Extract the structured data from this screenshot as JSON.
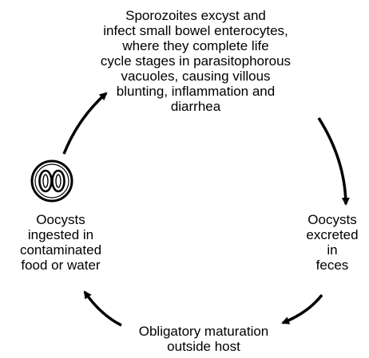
{
  "stages": {
    "top": {
      "lines": [
        "Sporozoites excyst and",
        "infect small bowel enterocytes,",
        "where they complete life",
        "cycle stages in parasitophorous",
        "vacuoles, causing villous",
        "blunting, inflammation and",
        "diarrhea"
      ]
    },
    "right": {
      "lines": [
        "Oocysts",
        "excreted",
        "in",
        "feces"
      ]
    },
    "bottom": {
      "lines": [
        "Obligatory maturation",
        "outside host"
      ]
    },
    "left": {
      "lines": [
        "Oocysts",
        "ingested in",
        "contaminated",
        "food or water"
      ]
    }
  },
  "icons": {
    "oocyst": "oocyst-icon"
  }
}
